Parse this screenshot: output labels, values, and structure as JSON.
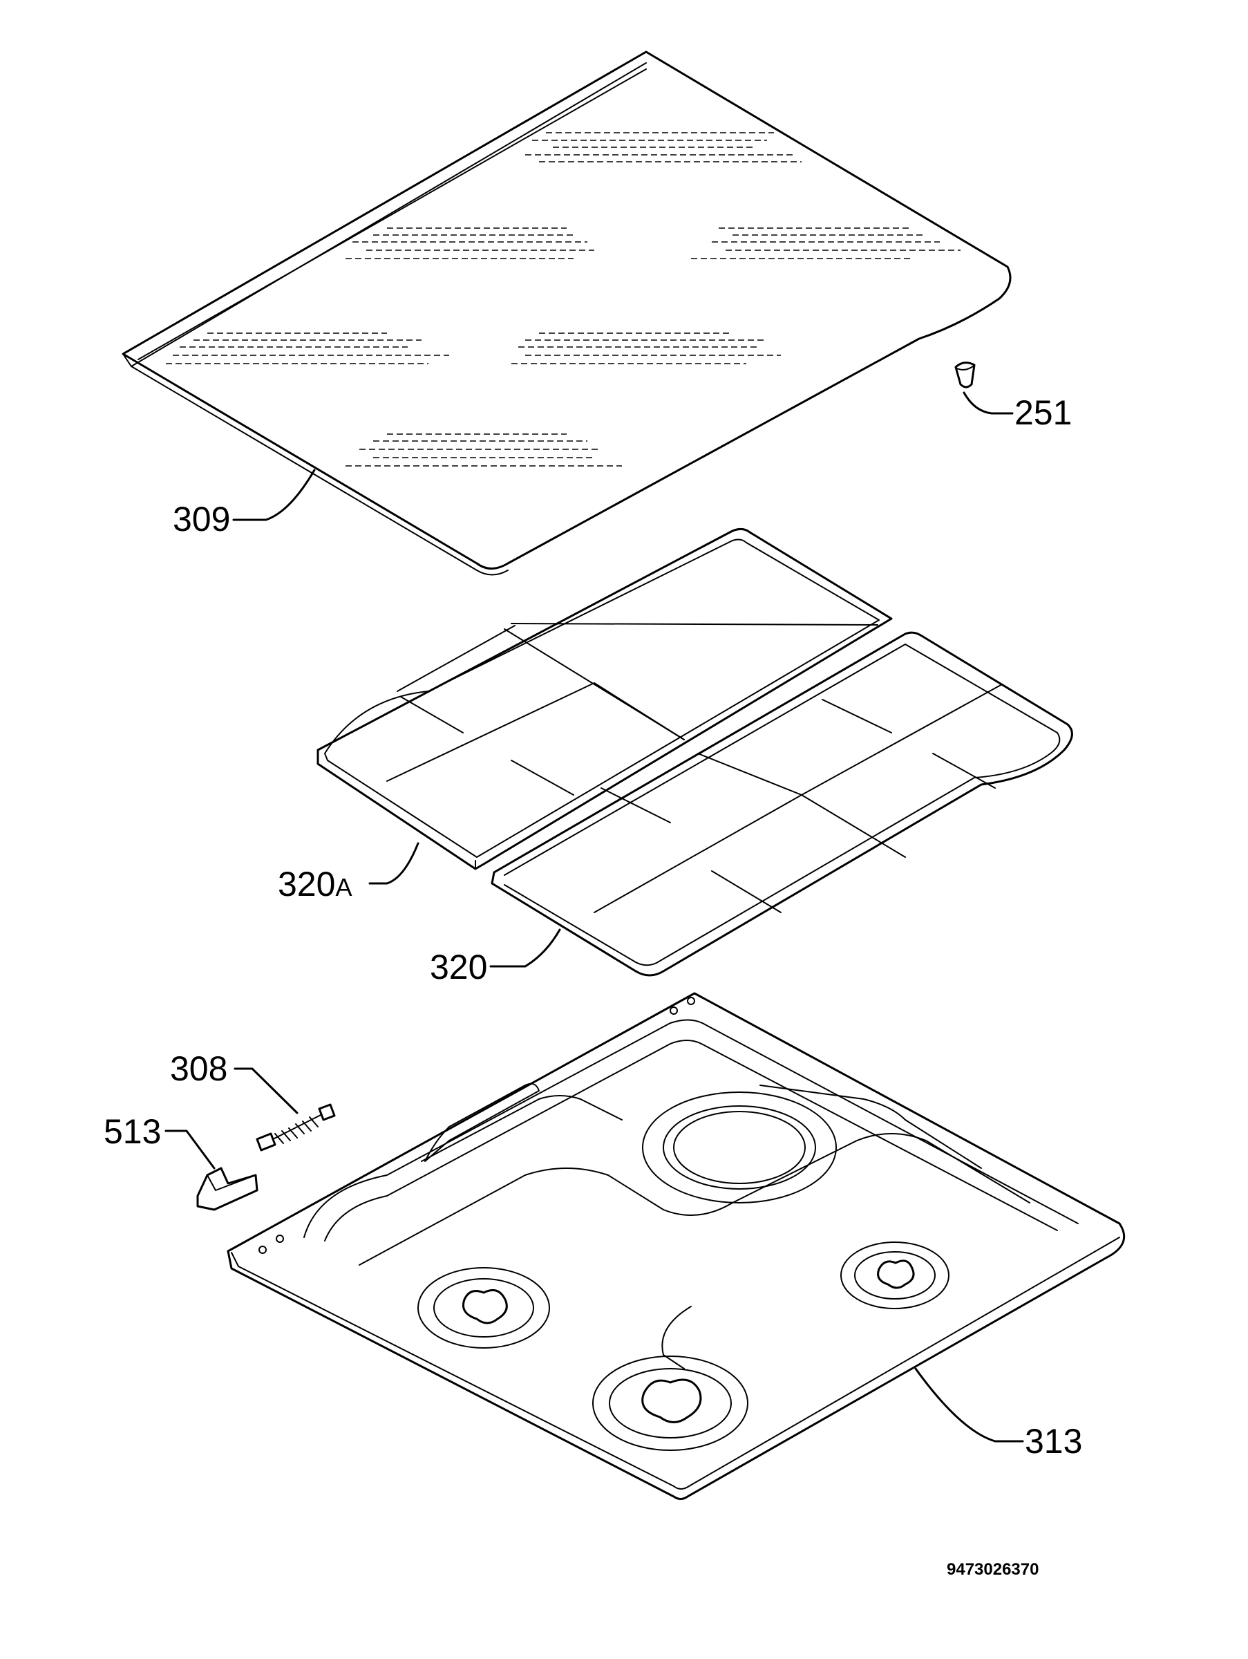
{
  "diagram": {
    "document_number": "9473026370",
    "callouts": {
      "lid_glass": "309",
      "buffer": "251",
      "pan_support_left_main": "320",
      "pan_support_left_suffix": "A",
      "pan_support_right": "320",
      "spring": "308",
      "bracket": "513",
      "hob_top": "313"
    }
  }
}
